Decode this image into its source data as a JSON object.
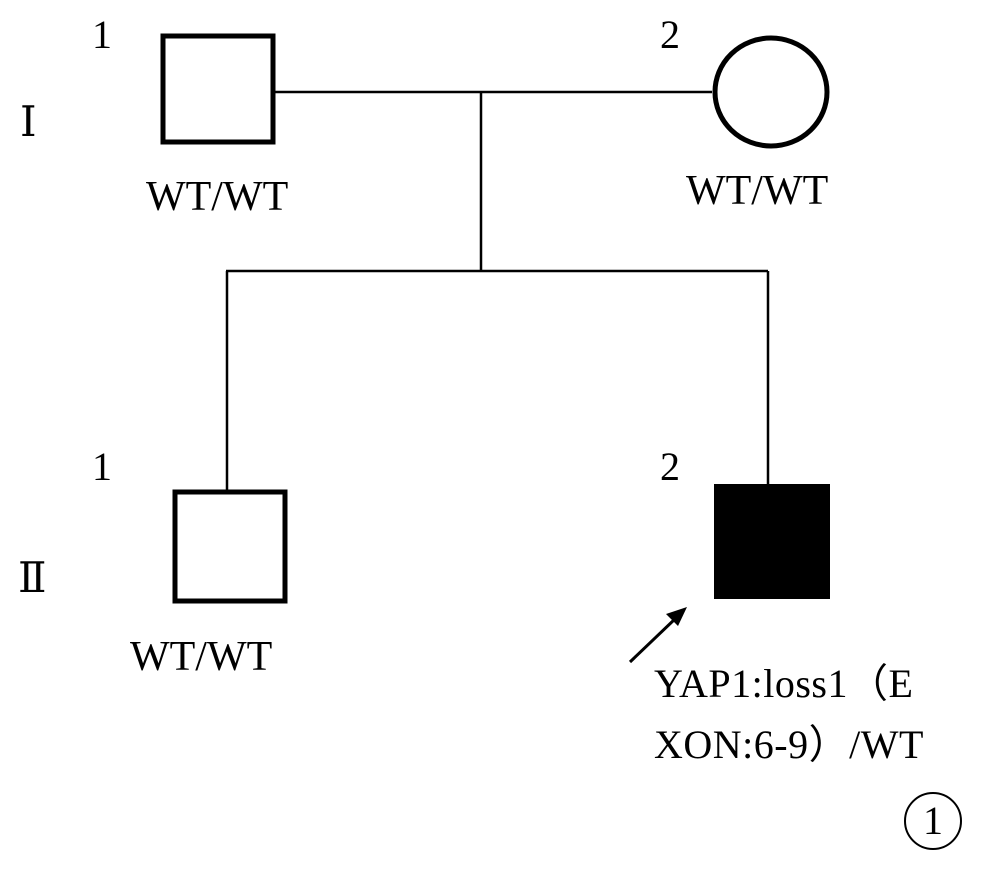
{
  "generations": [
    {
      "label": "Ⅰ"
    },
    {
      "label": "Ⅱ"
    }
  ],
  "individuals": [
    {
      "generation": "Ⅰ",
      "number": "1",
      "sex": "male",
      "affected": false,
      "genotype": "WT/WT"
    },
    {
      "generation": "Ⅰ",
      "number": "2",
      "sex": "female",
      "affected": false,
      "genotype": "WT/WT"
    },
    {
      "generation": "Ⅱ",
      "number": "1",
      "sex": "male",
      "affected": false,
      "genotype": "WT/WT"
    },
    {
      "generation": "Ⅱ",
      "number": "2",
      "sex": "male",
      "affected": true,
      "proband": true,
      "genotype_lines": [
        "YAP1:loss1（E",
        "XON:6-9）/WT"
      ]
    }
  ],
  "panel_label": "1",
  "colors": {
    "line": "#000000",
    "affected_fill": "#000000",
    "unaffected_fill": "#ffffff"
  }
}
